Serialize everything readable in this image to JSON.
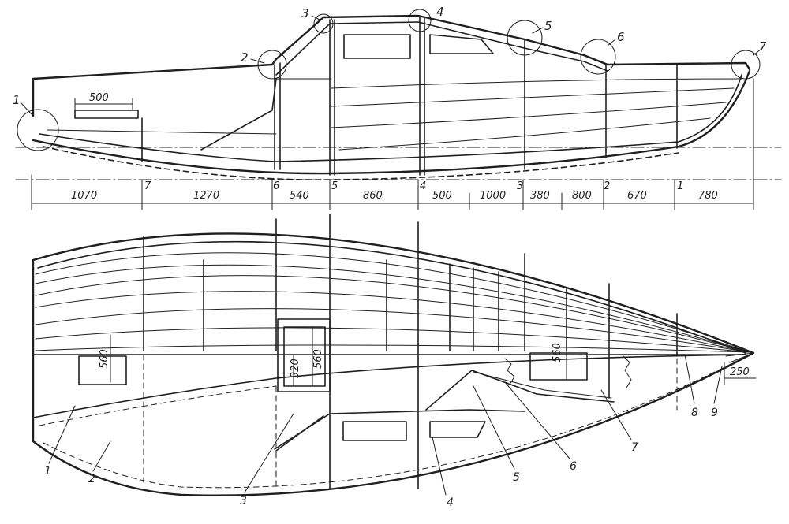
{
  "top_view": {
    "detail_callouts": [
      "1",
      "2",
      "3",
      "4",
      "5",
      "6",
      "7"
    ],
    "cockpit_dim": "500",
    "frame_numbers": [
      "7",
      "6",
      "5",
      "4",
      "3",
      "2",
      "1"
    ],
    "spacing_dims": [
      "1070",
      "1270",
      "540",
      "860",
      "500",
      "1000",
      "380",
      "800",
      "670",
      "780"
    ]
  },
  "bottom_view": {
    "opening_height_left": "560",
    "hatch_inner": "320",
    "hatch_outer": "560",
    "opening_height_right": "560",
    "bow_dim": "250",
    "part_numbers": [
      "1",
      "2",
      "3",
      "4",
      "5",
      "6",
      "7",
      "8",
      "9"
    ]
  },
  "colors": {
    "ink": "#1f1f1f",
    "paper": "#ffffff"
  }
}
